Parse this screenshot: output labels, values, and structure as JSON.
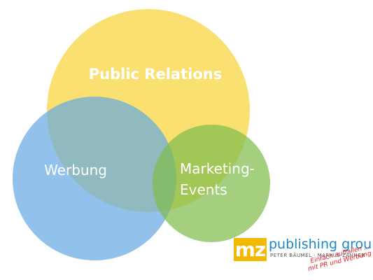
{
  "diagram": {
    "circles": [
      {
        "id": "public-relations",
        "label_lines": [
          "Public Relations"
        ],
        "color": "#f9dc5c"
      },
      {
        "id": "werbung",
        "label_lines": [
          "Werbung"
        ],
        "color": "#64a8e2"
      },
      {
        "id": "marketing-events",
        "label_lines": [
          "Marketing-",
          "Events"
        ],
        "color": "#7fbd4e"
      }
    ]
  },
  "logo": {
    "mark": "mz",
    "name": "publishing group",
    "owners": "PETER BÄUMEL · MARKUS ZAHNER",
    "slogan_line1": "Einfach auffallen ...",
    "slogan_line2": "mit PR und Werbung",
    "mark_bg": "#f5b800",
    "name_color": "#1d87c8",
    "slogan_color": "#e2232a"
  }
}
